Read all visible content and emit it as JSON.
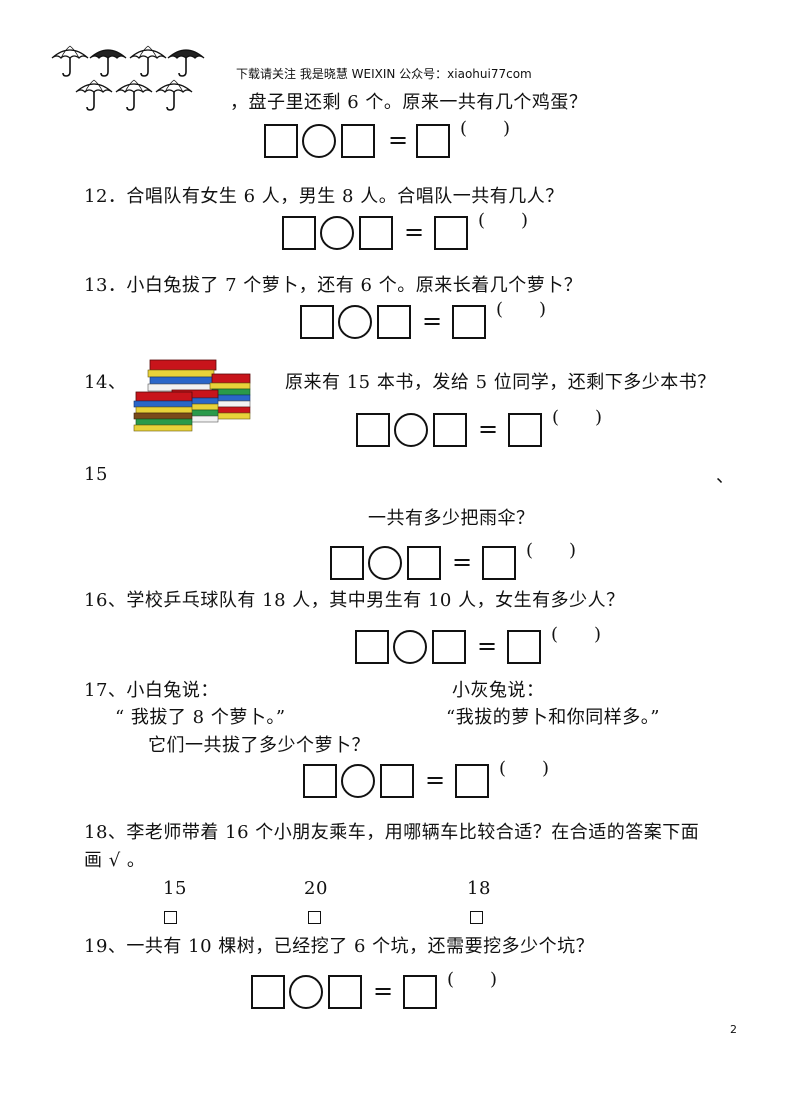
{
  "header": {
    "note": "下载请关注 我是晓慧 WEIXIN 公众号：xiaohui77com",
    "umbrella_icon": "umbrella-icon"
  },
  "problems": {
    "q11": {
      "text": "，盘子里还剩 6 个。原来一共有几个鸡蛋？"
    },
    "q12": {
      "text": "12．合唱队有女生 6 人，男生 8 人。合唱队一共有几人？"
    },
    "q13": {
      "text": "13．小白兔拔了 7 个萝卜，还有 6 个。原来长着几个萝卜？"
    },
    "q14": {
      "number": "14、",
      "text": "原来有 15 本书，发给 5 位同学，还剩下多少本书？",
      "image_icon": "books-icon"
    },
    "q15": {
      "number": "15",
      "mark": "、",
      "text": "一共有多少把雨伞？"
    },
    "q16": {
      "text": "16、学校乒乓球队有 18 人，其中男生有 10 人，女生有多少人？"
    },
    "q17": {
      "number_label": "17、小白兔说：",
      "right_label": "小灰兔说：",
      "quote_left": "“ 我拔了 8 个萝卜。”",
      "quote_right": "“我拔的萝卜和你同样多。”",
      "question": "它们一共拔了多少个萝卜？"
    },
    "q18": {
      "line1": "18、李老师带着 16 个小朋友乘车，用哪辆车比较合适？在合适的答案下面",
      "line2": "画 √ 。",
      "options": [
        "15",
        "20",
        "18"
      ]
    },
    "q19": {
      "text": "19、一共有 10 棵树，已经挖了 6 个坑，还需要挖多少个坑？"
    }
  },
  "equation": {
    "equals": "=",
    "paren": "(　　)"
  },
  "footer": {
    "page_number": "2"
  }
}
